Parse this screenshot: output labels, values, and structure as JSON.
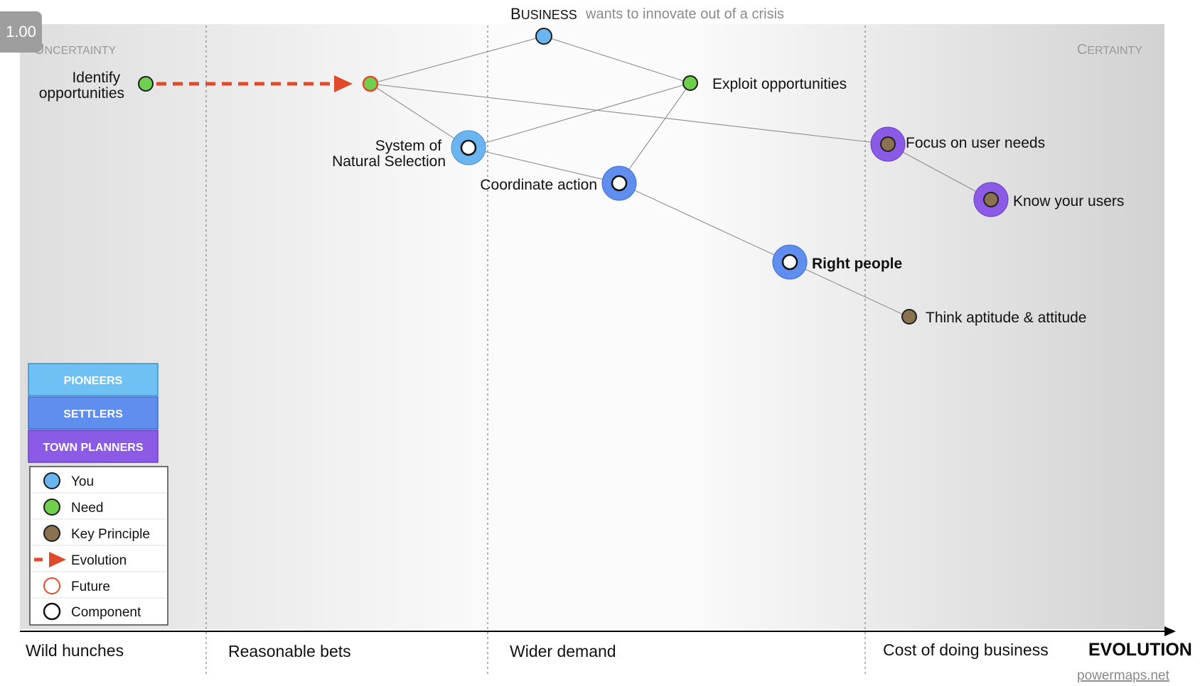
{
  "zoom": "1.00",
  "title": {
    "name": "Business",
    "description": "wants to innovate out of a crisis"
  },
  "corners": {
    "left": "Uncertainty",
    "right": "Certainty"
  },
  "stages": [
    "Wild hunches",
    "Reasonable bets",
    "Wider demand",
    "Cost of doing business"
  ],
  "axis_label": "EVOLUTION",
  "credit": "powermaps.net",
  "colors": {
    "you": "#6ab4f0",
    "need": "#6fcf4f",
    "key_principle": "#8a7150",
    "future": "#e04a2a",
    "evolution_arrow": "#e04a2a",
    "pioneers": "#6ec1f2",
    "settlers": "#5f8eef",
    "town_planners": "#8b5be6"
  },
  "roles": [
    "PIONEERS",
    "SETTLERS",
    "TOWN PLANNERS"
  ],
  "legend": [
    "You",
    "Need",
    "Key Principle",
    "Evolution",
    "Future",
    "Component"
  ],
  "nodes": {
    "business": {
      "label": ""
    },
    "identify": {
      "label_line1": "Identify",
      "label_line2": "opportunities"
    },
    "future_identify": {
      "label": ""
    },
    "exploit": {
      "label": "Exploit opportunities"
    },
    "natural_selection": {
      "label_line1": "System of",
      "label_line2": "Natural Selection"
    },
    "coordinate": {
      "label": "Coordinate action"
    },
    "focus": {
      "label": "Focus on user needs"
    },
    "know": {
      "label": "Know your users"
    },
    "right_people": {
      "label": "Right people"
    },
    "aptitude": {
      "label": "Think aptitude & attitude"
    }
  }
}
